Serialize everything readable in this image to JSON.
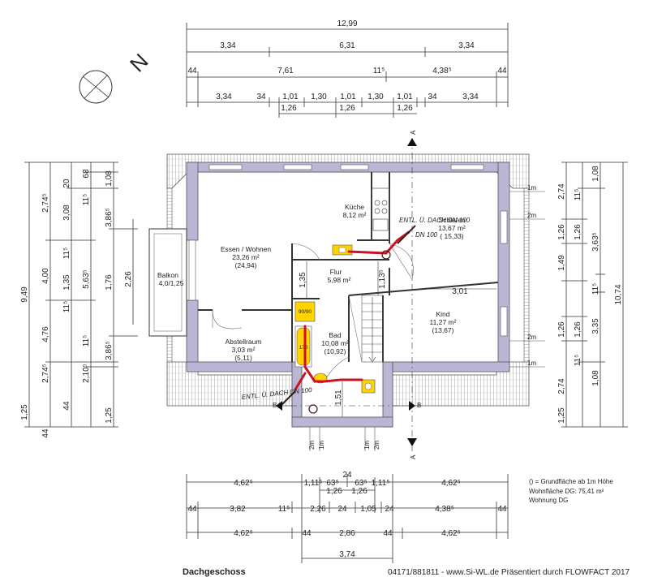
{
  "title": "Dachgeschoss",
  "footer": "04171/881811 - www.Si-WL.de Präsentiert durch FLOWFACT 2017",
  "north_label": "N",
  "legend": {
    "note": "() = Grundfläche ab 1m Höhe",
    "wohnflaeche": "Wohnfläche DG: 75,41 m²",
    "wohnung": "Wohnung DG"
  },
  "rooms": [
    {
      "name": "Küche",
      "area": "8,12 m²",
      "area_1m": ""
    },
    {
      "name": "Essen / Wohnen",
      "area": "23,26 m²",
      "area_1m": "(24,94)"
    },
    {
      "name": "Schlafen",
      "area": "13,67 m²",
      "area_1m": "( 15,33)"
    },
    {
      "name": "Flur",
      "area": "5,98 m²",
      "area_1m": ""
    },
    {
      "name": "Balkon",
      "area": "4,0/1,25",
      "area_1m": ""
    },
    {
      "name": "Kind",
      "area": "11,27 m²",
      "area_1m": "(13,67)"
    },
    {
      "name": "Bad",
      "area": "10,08 m²",
      "area_1m": "(10,92)"
    },
    {
      "name": "Abstellraum",
      "area": "3,03 m²",
      "area_1m": "(5,11)"
    }
  ],
  "section_marks": {
    "a": "A",
    "b": "B"
  },
  "height_marks": {
    "one_m": "1m",
    "two_m": "2m"
  },
  "equipment": {
    "hz": "90/90",
    "tub": "170"
  },
  "handwriting": {
    "vent_top": "ENTL. Ü. DACH DN 100",
    "vent_bottom": "ENTL. Ü. DACH DN 100",
    "vent_small": "DN 100"
  },
  "dims_top": {
    "total": "12,99",
    "row1": [
      "3,34",
      "6,31",
      "3,34"
    ],
    "row2": [
      "44",
      "7,61",
      "11⁵",
      "4,38⁵",
      "44"
    ],
    "row3": [
      "3,34",
      "34",
      "1,01",
      "1,30",
      "1,01",
      "1,30",
      "1,01",
      "34",
      "3,34"
    ],
    "row3b": [
      "1,26",
      "1,26",
      "1,26"
    ]
  },
  "dims_left": {
    "total": "9,49",
    "row_a": [
      "2,74⁵",
      "3,08",
      "1,35",
      "11⁵",
      "2,74⁵",
      "1,25"
    ],
    "row_b": [
      "4,00",
      "4,76",
      "44"
    ],
    "row_c": [
      "20",
      "11⁵",
      "11⁵",
      "5,63⁵",
      "11⁵",
      "2,10⁵",
      "44"
    ],
    "row_d": [
      "68",
      "3,86⁵",
      "1,76",
      "3,86⁵",
      "1,25"
    ],
    "row_e": [
      "1,08",
      "2,26"
    ]
  },
  "dims_right": {
    "total": "10,74",
    "row_a": [
      "2,74",
      "1,26",
      "1,49",
      "1,26",
      "2,74"
    ],
    "row_b": [
      "11⁵",
      "1,26",
      "1,26",
      "11⁵"
    ],
    "row_c": [
      "1,08",
      "3,63⁵",
      "11⁵",
      "3,35",
      "1,08"
    ],
    "row_d": [
      "1,25"
    ]
  },
  "dims_interior": [
    "1,35",
    "1,51",
    "1,13⁵",
    "3,01"
  ],
  "dims_bottom": {
    "row1": [
      "4,62⁵",
      "1,11⁵",
      "63⁵",
      "24",
      "63⁵",
      "1,11⁵",
      "4,62⁵"
    ],
    "row1b": [
      "1,26",
      "1,26"
    ],
    "row2": [
      "44",
      "3,82",
      "11⁵",
      "2,26",
      "24",
      "1,05",
      "24",
      "4,38⁵",
      "44"
    ],
    "row3": [
      "4,62⁵",
      "44",
      "2,86",
      "44",
      "4,62⁵"
    ],
    "row4": [
      "3,74"
    ]
  },
  "colors": {
    "wall": "#b9b6d6",
    "pipe": "#cc1122",
    "yellow": "#ffd400",
    "roof": "#8a8a8a"
  }
}
